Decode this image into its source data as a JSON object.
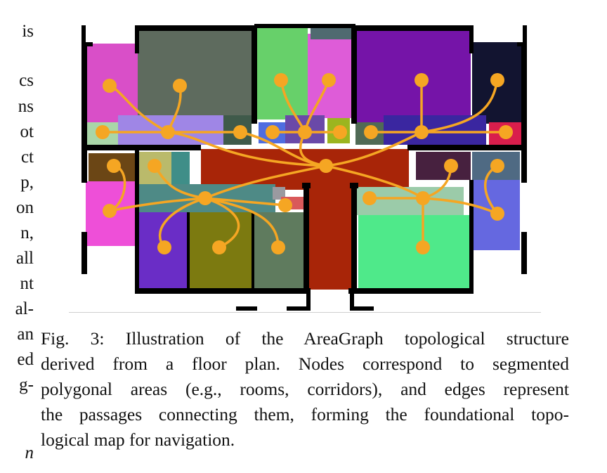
{
  "left_column_fragments": [
    "is",
    "",
    "cs",
    "ns",
    "ot",
    "ct",
    "p,",
    "on",
    "n,",
    "all",
    "nt",
    "al-",
    "an",
    "ed",
    "g-",
    "",
    "n"
  ],
  "caption": {
    "lines": [
      "Fig. 3: Illustration of the AreaGraph topological structure",
      "derived from a floor plan. Nodes correspond to segmented",
      "polygonal areas (e.g., rooms, corridors), and edges represent",
      "the passages connecting them, forming the foundational topo-",
      "logical map for navigation."
    ]
  },
  "figure": {
    "node_color": "#F5A623",
    "edge_color": "#F5A623",
    "wall_color": "#000000",
    "corridor_color": "#A52A0A"
  }
}
